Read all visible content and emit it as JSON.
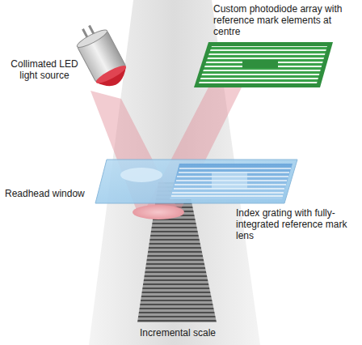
{
  "diagram": {
    "labels": [
      "Collimated LED light source",
      "Custom photodiode array with reference mark elements at centre",
      "Readhead window",
      "Index grating with fully-integrated reference mark lens",
      "Incremental scale"
    ]
  }
}
